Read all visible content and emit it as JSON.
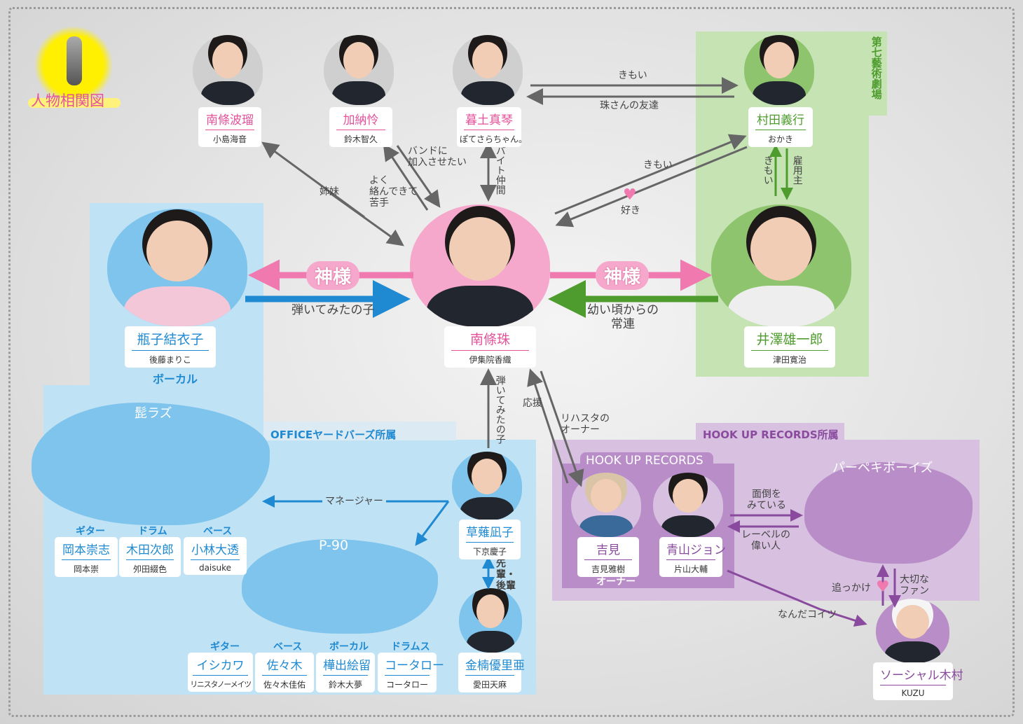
{
  "title": "人物相関図",
  "colors": {
    "pink": "#e4529a",
    "green": "#4f9c2e",
    "blue": "#1f8ad2",
    "purple": "#8a4b9e"
  },
  "groups": {
    "theater": "第七藝術劇場",
    "office": "OFFICEヤードバーズ所属",
    "hookup_affiliation": "HOOK UP RECORDS所属",
    "hookup": "HOOK UP RECORDS",
    "higerazu": "髭ラズ",
    "p90": "P-90",
    "perpeki": "パーペキボーイズ"
  },
  "characters": {
    "haru": {
      "name": "南條波瑠",
      "actor": "小島海音"
    },
    "rei": {
      "name": "加納怜",
      "actor": "鈴木智久"
    },
    "makoto": {
      "name": "暮土真琴",
      "actor": "ぽてさらちゃん。"
    },
    "murata": {
      "name": "村田義行",
      "actor": "おかき"
    },
    "yuiko": {
      "name": "瓶子結衣子",
      "actor": "後藤まりこ",
      "role": "ボーカル"
    },
    "tama": {
      "name": "南條珠",
      "actor": "伊集院香織"
    },
    "izawa": {
      "name": "井澤雄一郎",
      "actor": "津田寛治"
    },
    "okamoto": {
      "name": "岡本崇志",
      "actor": "岡本崇",
      "role": "ギター"
    },
    "kida": {
      "name": "木田次郎",
      "actor": "夘田綴色",
      "role": "ドラム"
    },
    "kobayashi": {
      "name": "小林大透",
      "actor": "daisuke",
      "role": "ベース"
    },
    "nagiko": {
      "name": "草薙凪子",
      "actor": "下京慶子"
    },
    "ishikawa": {
      "name": "イシカワ",
      "actor": "リニスタノーメイツ",
      "role": "ギター"
    },
    "sasaki": {
      "name": "佐々木",
      "actor": "佐々木佳佑",
      "role": "ベース"
    },
    "kabade": {
      "name": "樺出絵留",
      "actor": "鈴木大夢",
      "role": "ボーカル"
    },
    "kotaro": {
      "name": "コータロー",
      "actor": "コータロー",
      "role": "ドラムス"
    },
    "kanakusu": {
      "name": "金楠優里亜",
      "actor": "愛田天麻"
    },
    "yoshimi": {
      "name": "吉見",
      "actor": "吉見雅樹",
      "role": "オーナー"
    },
    "aoyama": {
      "name": "青山ジョン",
      "actor": "片山大輔"
    },
    "kimura": {
      "name": "ソーシャル木村",
      "actor": "KUZU"
    }
  },
  "relations": {
    "sisters": "姉妹",
    "kanou_to_tama": "バンドに\n加入させたい",
    "tama_to_kanou": "よく\n絡んできて\n苦手",
    "baito": "バイト仲間",
    "kimoi_top": "きもい",
    "friend": "珠さんの友達",
    "kimoi_diag": "きもい",
    "suki": "好き",
    "kimoi_up": "きもい",
    "employer": "雇用主",
    "kamisama_left": "神様",
    "kamisama_right": "神様",
    "hiitemita": "弾いてみたの子",
    "regular": "幼い頃からの\n常連",
    "hiitemita_v": "弾いてみたの子",
    "ouen": "応援",
    "rehasta": "リハスタの\nオーナー",
    "manager": "マネージャー",
    "senpai": "先輩・後輩",
    "mendou": "面倒を\nみている",
    "label_boss": "レーベルの\n偉い人",
    "oikake": "追っかけ",
    "fan": "大切な\nファン",
    "nanda": "なんだコイツ"
  }
}
